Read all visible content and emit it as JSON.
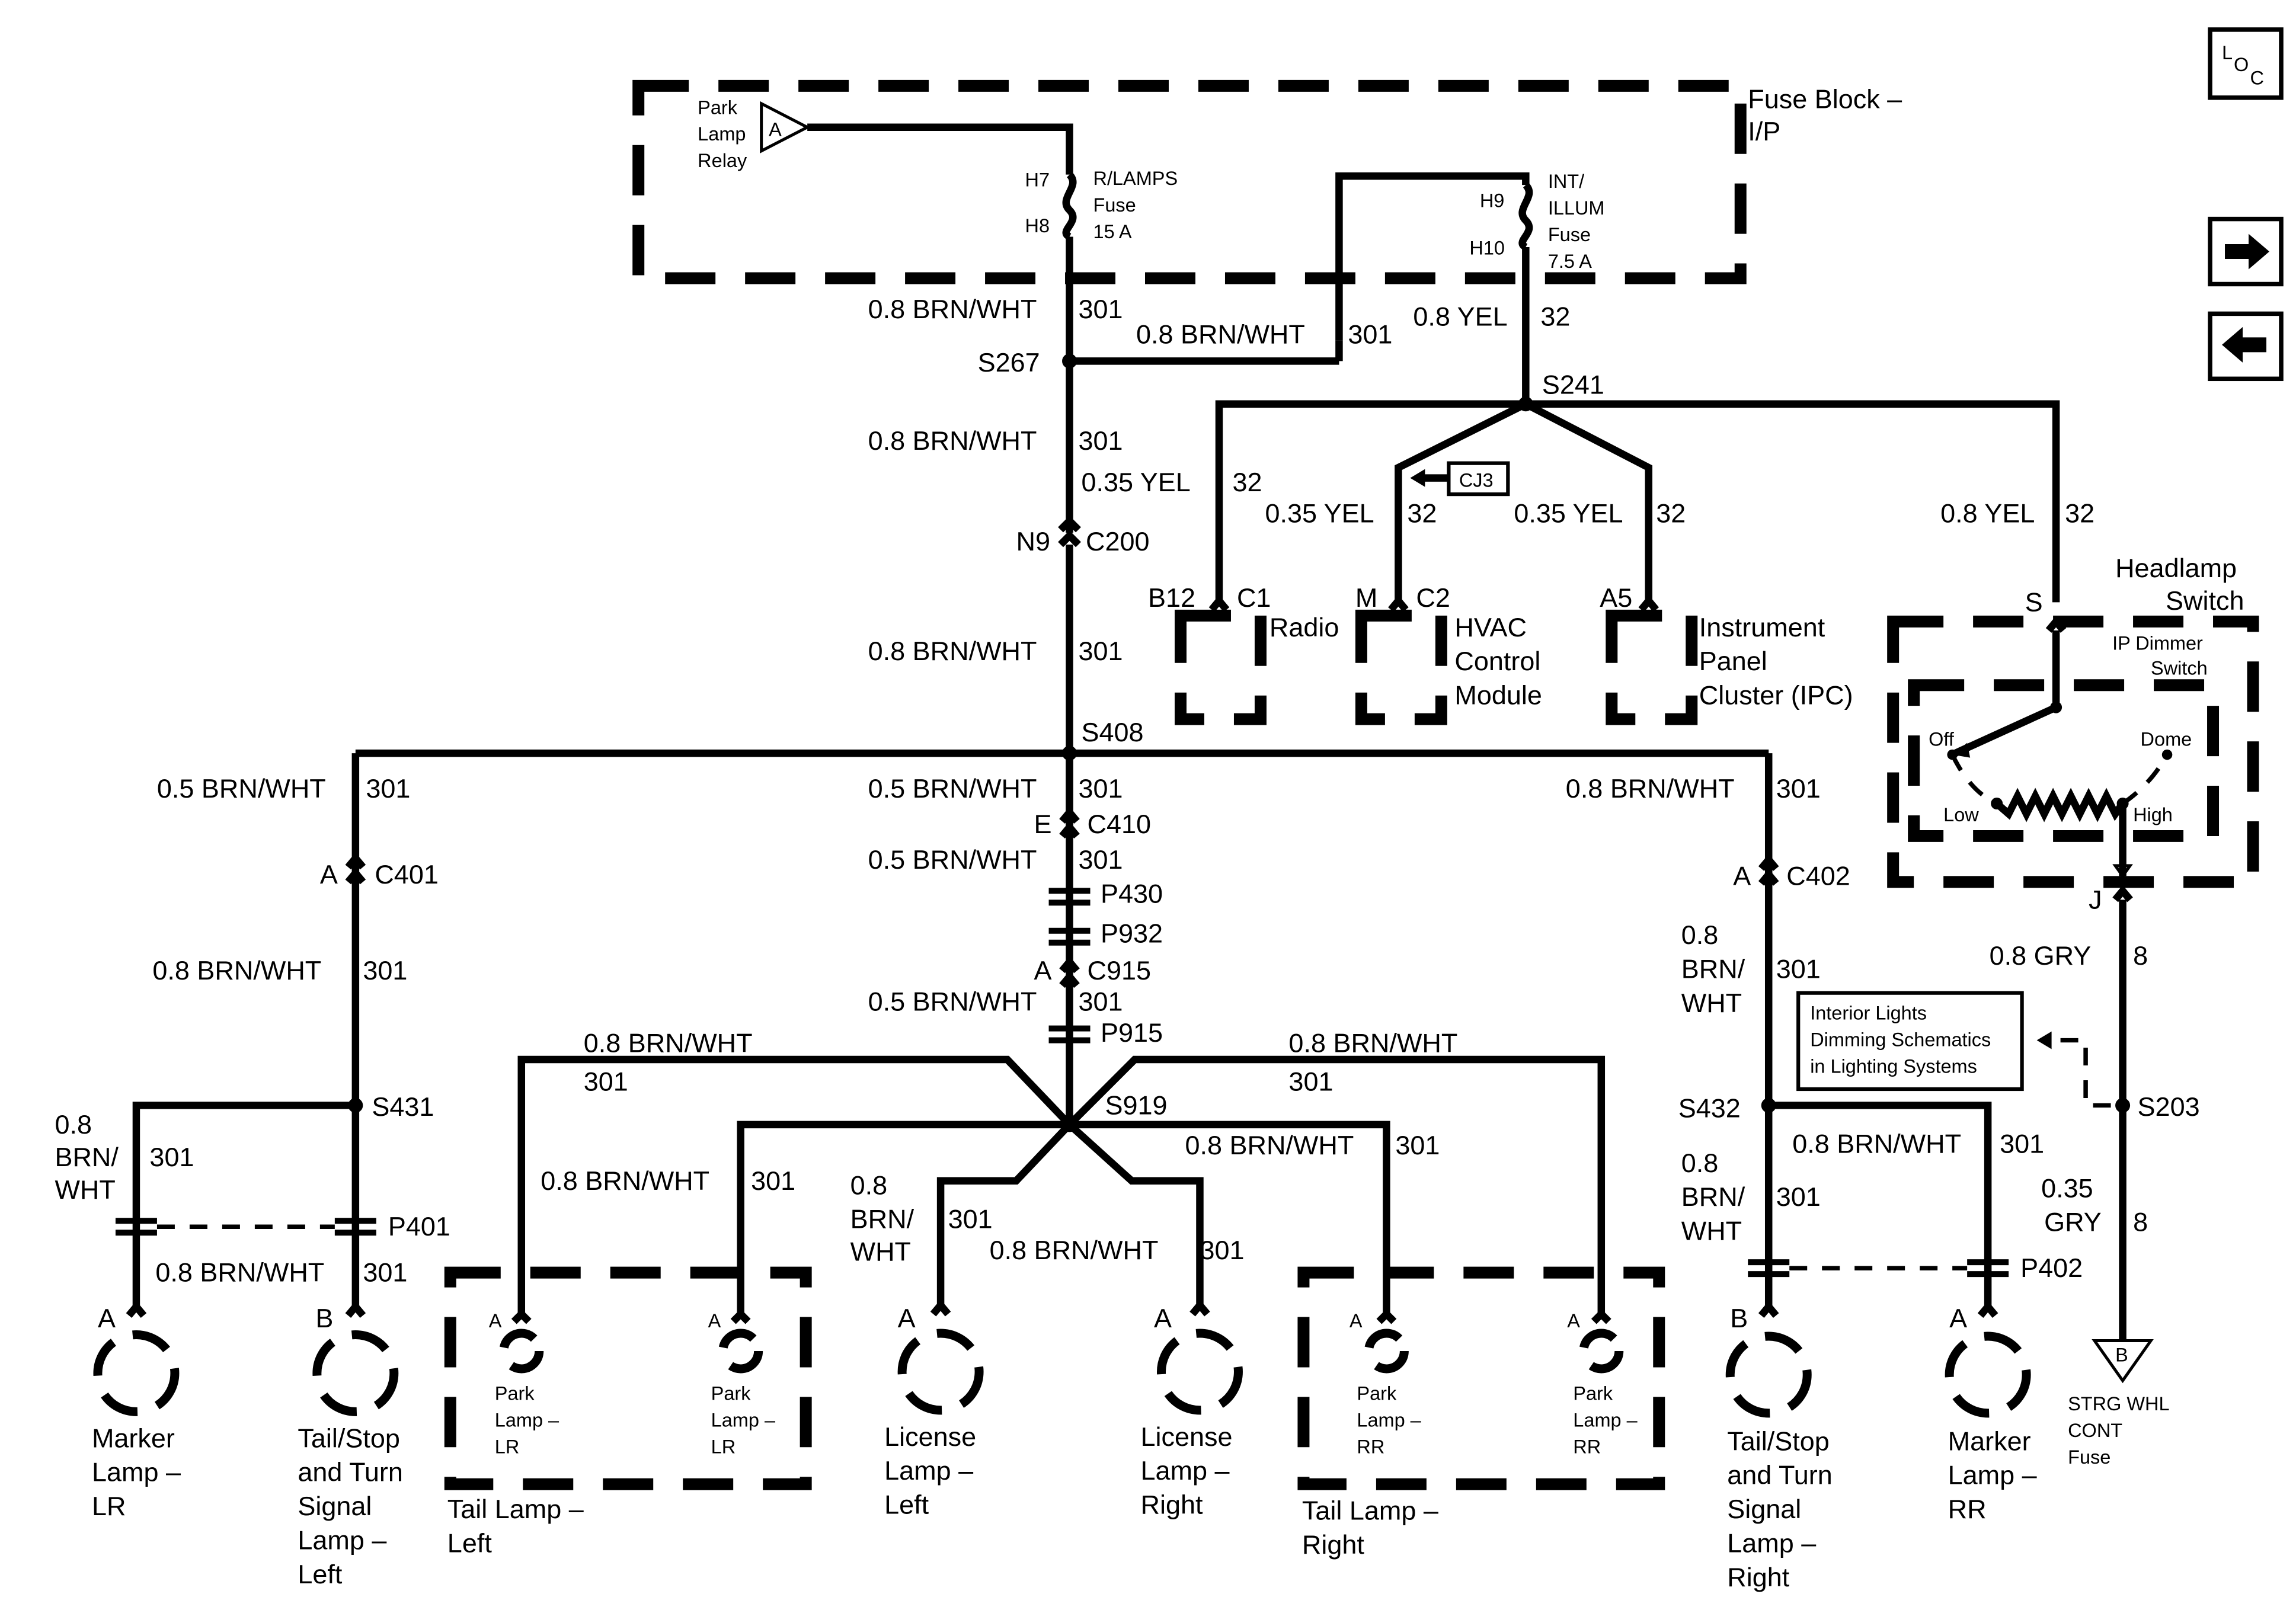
{
  "loc_badge": {
    "l": "L",
    "o": "O",
    "c": "C"
  },
  "nav": {
    "next_icon": "arrow-right-icon",
    "prev_icon": "arrow-left-icon"
  },
  "fuse_block": {
    "title_line1": "Fuse Block –",
    "title_line2": "I/P",
    "relay_line1": "Park",
    "relay_line2": "Lamp",
    "relay_line3": "Relay",
    "relay_pin": "A",
    "fuse1_top": "H7",
    "fuse1_bot": "H8",
    "fuse1_name1": "R/LAMPS",
    "fuse1_name2": "Fuse",
    "fuse1_rating": "15 A",
    "fuse2_top": "H9",
    "fuse2_bot": "H10",
    "fuse2_name1": "INT/",
    "fuse2_name2": "ILLUM",
    "fuse2_name3": "Fuse",
    "fuse2_rating": "7.5 A"
  },
  "wires": {
    "w1": "0.8 BRN/WHT",
    "c1": "301",
    "w2": "0.8 BRN/WHT",
    "c2": "301",
    "w3": "0.8 YEL",
    "c3": "32",
    "w4": "0.8 BRN/WHT",
    "c4": "301",
    "w5": "0.35 YEL",
    "c5": "32",
    "w6": "0.35 YEL",
    "c6": "32",
    "w7": "0.35 YEL",
    "c7": "32",
    "w8": "0.8 YEL",
    "c8": "32",
    "w9": "0.8 BRN/WHT",
    "c9": "301",
    "w10": "0.5 BRN/WHT",
    "c10": "301",
    "w11": "0.5 BRN/WHT",
    "c11": "301",
    "w12": "0.5 BRN/WHT",
    "c12": "301",
    "w13": "0.5 BRN/WHT",
    "c13": "301",
    "w14": "0.8 BRN/WHT",
    "c14": "301",
    "w15a": "0.8",
    "w15b": "BRN/",
    "w15c": "WHT",
    "c15": "301",
    "w16": "0.8 GRY",
    "c16": "8",
    "w17": "0.8 BRN/WHT",
    "c17": "301",
    "w18": "0.8 BRN/WHT",
    "c18": "301",
    "w19": "0.8 BRN/WHT",
    "c19": "301",
    "w20a": "0.8",
    "w20b": "BRN/",
    "w20c": "WHT",
    "c20": "301",
    "w21": "0.8 BRN/WHT",
    "c21": "301",
    "w22": "0.8 BRN/WHT",
    "c22": "301",
    "w23a": "0.8",
    "w23b": "BRN/",
    "w23c": "WHT",
    "c23": "301",
    "w24": "0.8 BRN/WHT",
    "c24": "301",
    "w25": "0.8 BRN/WHT",
    "c25": "301",
    "w26a": "0.8",
    "w26b": "BRN/",
    "w26c": "WHT",
    "c26": "301",
    "w27": "0.8 BRN/WHT",
    "c27": "301",
    "w28a": "0.35",
    "w28b": "GRY",
    "c28": "8"
  },
  "splices": {
    "s267": "S267",
    "s241": "S241",
    "s408": "S408",
    "s431": "S431",
    "s919": "S919",
    "s432": "S432",
    "s203": "S203"
  },
  "connectors": {
    "n9": "N9",
    "c200": "C200",
    "e": "E",
    "c410": "C410",
    "p430": "P430",
    "p932": "P932",
    "a915": "A",
    "c915": "C915",
    "p915": "P915",
    "a401": "A",
    "c401": "C401",
    "a402": "A",
    "c402": "C402",
    "p401": "P401",
    "p402": "P402",
    "b12": "B12",
    "cc1": "C1",
    "m": "M",
    "cc2": "C2",
    "a5": "A5",
    "s_pin": "S",
    "j_pin": "J"
  },
  "modules": {
    "radio": "Radio",
    "hvac1": "HVAC",
    "hvac2": "Control",
    "hvac3": "Module",
    "ipc1": "Instrument",
    "ipc2": "Panel",
    "ipc3": "Cluster (IPC)",
    "cj3": "CJ3"
  },
  "headlamp": {
    "title1": "Headlamp",
    "title2": "Switch",
    "dimmer1": "IP Dimmer",
    "dimmer2": "Switch",
    "off": "Off",
    "dome": "Dome",
    "low": "Low",
    "high": "High"
  },
  "interior_ref": {
    "line1": "Interior Lights",
    "line2": "Dimming Schematics",
    "line3": "in Lighting Systems"
  },
  "strg": {
    "pin": "B",
    "line1": "STRG WHL",
    "line2": "CONT",
    "line3": "Fuse"
  },
  "lamps": {
    "marker_lr_pin": "A",
    "marker_lr1": "Marker",
    "marker_lr2": "Lamp –",
    "marker_lr3": "LR",
    "tail_left_pin": "B",
    "tsl1": "Tail/Stop",
    "tsl2": "and Turn",
    "tsl3": "Signal",
    "tsl4": "Lamp –",
    "tsl5": "Left",
    "park_lr1_pin": "A",
    "park_lr2_pin": "A",
    "park1": "Park",
    "park2": "Lamp –",
    "park3": "LR",
    "tail_l1": "Tail Lamp –",
    "tail_l2": "Left",
    "lic_l_pin": "A",
    "lic_l1": "License",
    "lic_l2": "Lamp –",
    "lic_l3": "Left",
    "lic_r_pin": "A",
    "lic_r1": "License",
    "lic_r2": "Lamp –",
    "lic_r3": "Right",
    "park_rr1_pin": "A",
    "park_rr2_pin": "A",
    "prr1": "Park",
    "prr2": "Lamp –",
    "prr3": "RR",
    "tail_r1": "Tail Lamp –",
    "tail_r2": "Right",
    "tail_right_pin": "B",
    "tsr1": "Tail/Stop",
    "tsr2": "and Turn",
    "tsr3": "Signal",
    "tsr4": "Lamp –",
    "tsr5": "Right",
    "marker_rr_pin": "A",
    "mrr1": "Marker",
    "mrr2": "Lamp –",
    "mrr3": "RR"
  }
}
